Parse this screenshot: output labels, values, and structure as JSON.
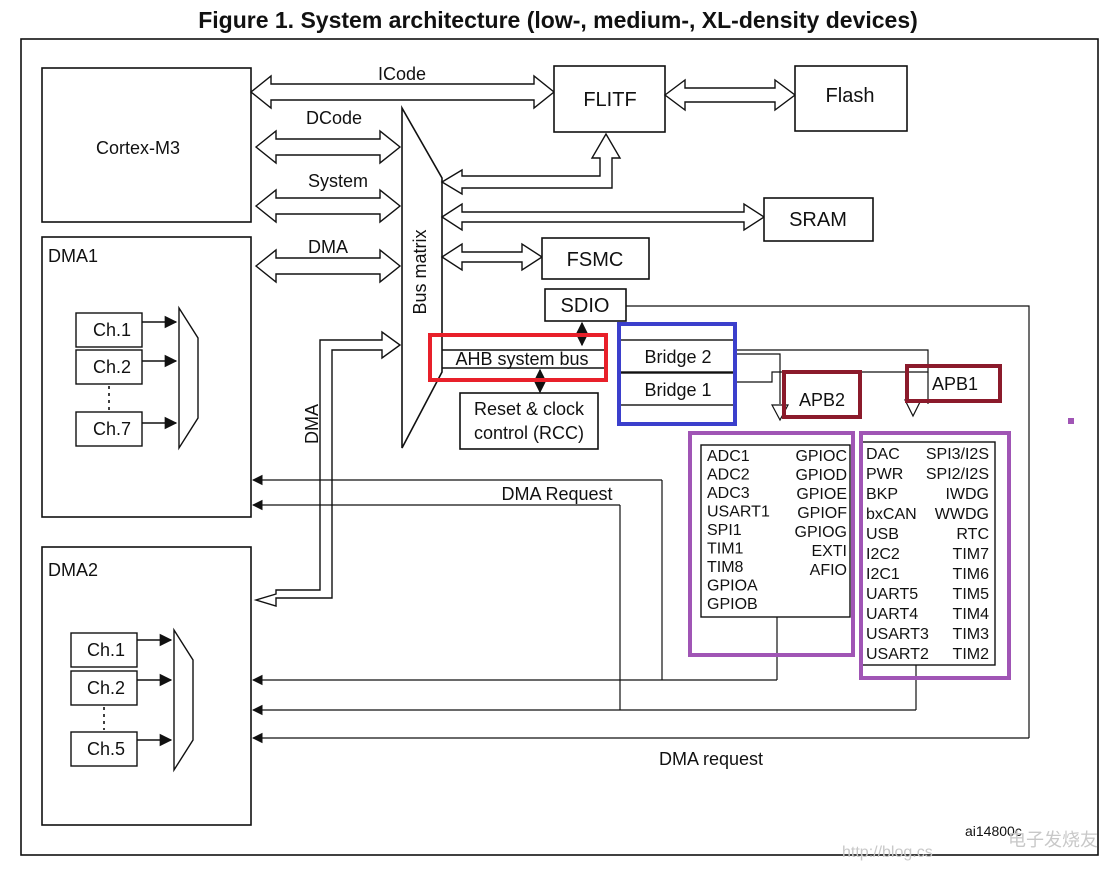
{
  "figure": {
    "title": "Figure 1. System architecture (low-, medium-, XL-density devices)",
    "ref_code": "ai14800c",
    "watermark": "http://blog.cs",
    "watermark_logo": "电子发烧友"
  },
  "blocks": {
    "cortex": "Cortex-M3",
    "flitf": "FLITF",
    "flash": "Flash",
    "sram": "SRAM",
    "fsmc": "FSMC",
    "sdio": "SDIO",
    "bus_matrix": "Bus matrix",
    "ahb": "AHB system bus",
    "bridge2": "Bridge  2",
    "bridge1": "Bridge  1",
    "rcc_line1": "Reset & clock",
    "rcc_line2": "control (RCC)",
    "apb2": "APB2",
    "apb1": "APB1"
  },
  "buses": {
    "icode": "ICode",
    "dcode": "DCode",
    "system": "System",
    "dma": "DMA",
    "dma_vertical": "DMA",
    "dma_request_top": "DMA Request",
    "dma_request_bottom": "DMA request"
  },
  "dma1": {
    "title": "DMA1",
    "channels": [
      "Ch.1",
      "Ch.2",
      "Ch.7"
    ]
  },
  "dma2": {
    "title": "DMA2",
    "channels": [
      "Ch.1",
      "Ch.2",
      "Ch.5"
    ]
  },
  "apb2_peripherals": {
    "left": [
      "ADC1",
      "ADC2",
      "ADC3",
      "USART1",
      "SPI1",
      "TIM1",
      "TIM8",
      "GPIOA",
      "GPIOB"
    ],
    "right": [
      "GPIOC",
      "GPIOD",
      "GPIOE",
      "GPIOF",
      "GPIOG",
      "EXTI",
      "AFIO"
    ]
  },
  "apb1_peripherals": {
    "left": [
      "DAC",
      "PWR",
      "BKP",
      "bxCAN",
      "USB",
      "I2C2",
      "I2C1",
      "UART5",
      "UART4",
      "USART3",
      "USART2"
    ],
    "right": [
      "SPI3/I2S",
      "SPI2/I2S",
      "IWDG",
      "WWDG",
      "RTC",
      "TIM7",
      "TIM6",
      "TIM5",
      "TIM4",
      "TIM3",
      "TIM2"
    ]
  },
  "highlight_colors": {
    "ahb": "#e8202a",
    "bridges": "#3b3fcc",
    "apb_labels": "#8b1a2b",
    "peripheral_groups": "#a055b5"
  }
}
